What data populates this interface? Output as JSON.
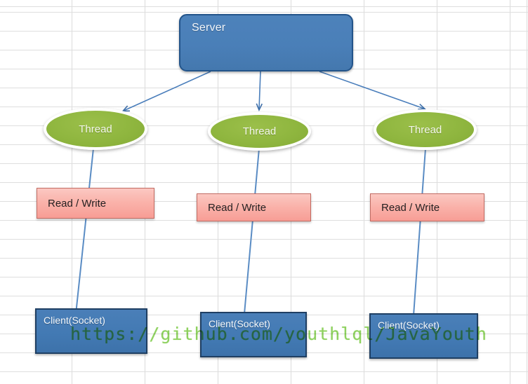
{
  "diagram": {
    "title": "Server multi-thread socket diagram",
    "server": {
      "label": "Server"
    },
    "threads": [
      {
        "label": "Thread"
      },
      {
        "label": "Thread"
      },
      {
        "label": "Thread"
      }
    ],
    "read_write": [
      {
        "label": "Read / Write"
      },
      {
        "label": "Read / Write"
      },
      {
        "label": "Read / Write"
      }
    ],
    "clients": [
      {
        "label": "Client(Socket)"
      },
      {
        "label": "Client(Socket)"
      },
      {
        "label": "Client(Socket)"
      }
    ],
    "watermark": {
      "text": "https://github.com/youthlql/JavaYouth",
      "color": "#7ac943"
    },
    "colors": {
      "server_fill": "#4a7fb8",
      "server_border": "#23548a",
      "thread_fill": "#8fb63f",
      "thread_outline": "#ffffff",
      "read_write_fill": "#fab3ab",
      "read_write_border": "#c26b62",
      "client_fill": "#4279b3",
      "client_border": "#1f3f63",
      "connector": "#4a7ebb",
      "grid_line": "#d4d4d4",
      "background": "#ffffff"
    }
  }
}
